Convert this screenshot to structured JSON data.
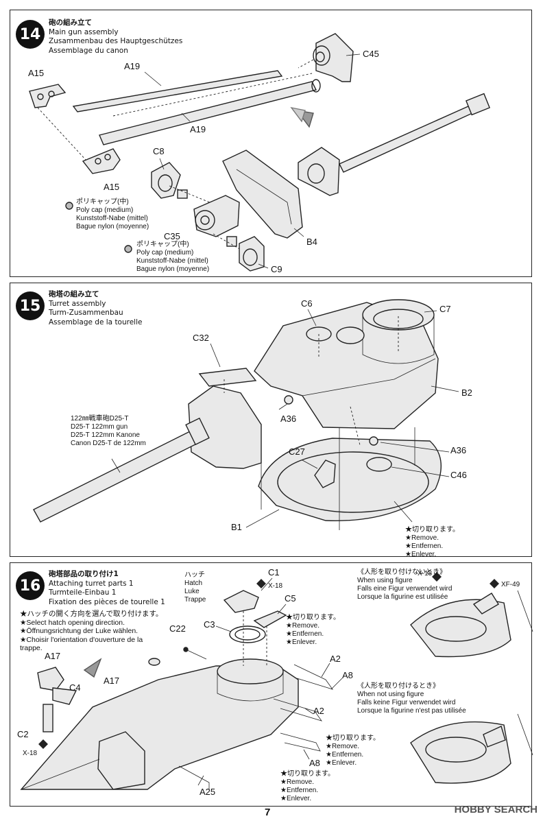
{
  "step14": {
    "number": "14",
    "title_jp": "砲の組み立て",
    "title_en": "Main gun assembly",
    "title_de": "Zusammenbau des Hauptgeschützes",
    "title_fr": "Assemblage du canon",
    "labels": [
      "A15",
      "A19",
      "A19",
      "A15",
      "C45",
      "C8",
      "C35",
      "B4",
      "C9"
    ],
    "polycap1": [
      "ポリキャップ(中)",
      "Poly cap (medium)",
      "Kunststoff-Nabe (mittel)",
      "Bague nylon (moyenne)"
    ],
    "polycap2": [
      "ポリキャップ(中)",
      "Poly cap (medium)",
      "Kunststoff-Nabe (mittel)",
      "Bague nylon (moyenne)"
    ]
  },
  "step15": {
    "number": "15",
    "title_jp": "砲塔の組み立て",
    "title_en": "Turret assembly",
    "title_de": "Turm-Zusammenbau",
    "title_fr": "Assemblage de la tourelle",
    "labels": [
      "C6",
      "C7",
      "C32",
      "B2",
      "A36",
      "A36",
      "C27",
      "C46",
      "B1"
    ],
    "gun_caption": [
      "122㎜戦車砲D25-T",
      "D25-T 122mm gun",
      "D25-T 122mm Kanone",
      "Canon D25-T de 122mm"
    ],
    "remove": [
      "★切り取ります。",
      "★Remove.",
      "★Entfernen.",
      "★Enlever."
    ]
  },
  "step16": {
    "number": "16",
    "title_jp": "砲塔部品の取り付け1",
    "title_en": "Attaching turret parts 1",
    "title_de": "Turmteile-Einbau 1",
    "title_fr": "Fixation des pièces de tourelle 1",
    "hatch_note": [
      "★ハッチの開く方向を選んで取り付けます。",
      "★Select hatch opening direction.",
      "★Öffnungsrichtung der Luke wählen.",
      "★Choisir l'orientation d'ouverture de la",
      "trappe."
    ],
    "hatch_caption": [
      "ハッチ",
      "Hatch",
      "Luke",
      "Trappe"
    ],
    "labels": [
      "C1",
      "X-18",
      "C5",
      "C3",
      "C22",
      "A2",
      "A8",
      "A17",
      "A17",
      "C4",
      "C2",
      "X-18",
      "A2",
      "A8",
      "A25",
      "X-18",
      "XF-49"
    ],
    "remove1": [
      "★切り取ります。",
      "★Remove.",
      "★Entfernen.",
      "★Enlever."
    ],
    "remove2": [
      "★切り取ります。",
      "★Remove.",
      "★Entfernen.",
      "★Enlever."
    ],
    "remove3": [
      "★切り取ります。",
      "★Remove.",
      "★Entfernen.",
      "★Enlever."
    ],
    "no_figure": [
      "《人形を取り付けないとき》",
      "When using figure",
      "Falls eine Figur verwendet wird",
      "Lorsque la figurine est utilisée"
    ],
    "with_figure": [
      "《人形を取り付けるとき》",
      "When not using figure",
      "Falls keine Figur verwendet wird",
      "Lorsque la figurine n'est pas utilisée"
    ]
  },
  "page_number": "7",
  "watermark": "HOBBY SEARCH"
}
